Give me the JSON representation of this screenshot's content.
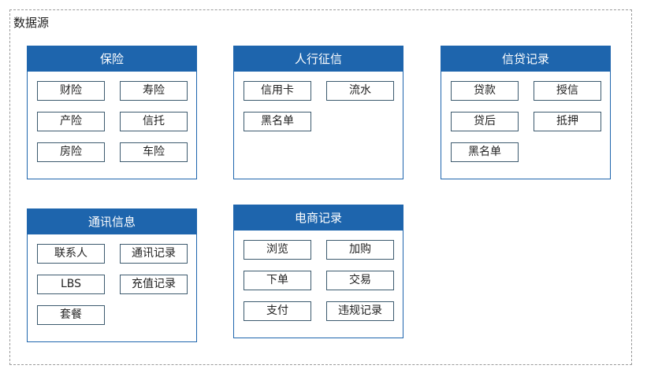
{
  "title": "数据源",
  "colors": {
    "header": "#1e65ad",
    "item_border": "#3c5a6e"
  },
  "groups": [
    {
      "name": "保险",
      "items": [
        "财险",
        "寿险",
        "产险",
        "信托",
        "房险",
        "车险"
      ]
    },
    {
      "name": "人行征信",
      "items": [
        "信用卡",
        "流水",
        "黑名单"
      ]
    },
    {
      "name": "信贷记录",
      "items": [
        "贷款",
        "授信",
        "贷后",
        "抵押",
        "黑名单"
      ]
    },
    {
      "name": "通讯信息",
      "items": [
        "联系人",
        "通讯记录",
        "LBS",
        "充值记录",
        "套餐"
      ]
    },
    {
      "name": "电商记录",
      "items": [
        "浏览",
        "加购",
        "下单",
        "交易",
        "支付",
        "违规记录"
      ]
    }
  ]
}
